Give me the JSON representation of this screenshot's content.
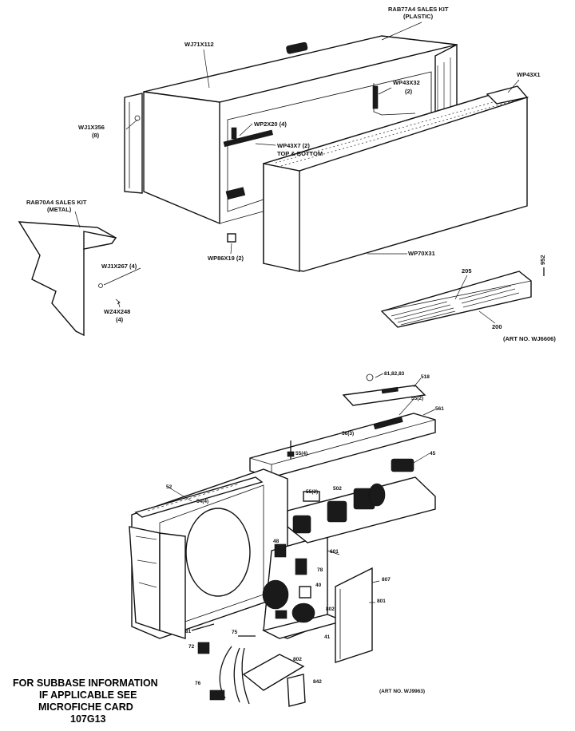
{
  "upper_labels": {
    "sales_kit_plastic_line1": "RAB77A4 SALES KIT",
    "sales_kit_plastic_line2": "(PLASTIC)",
    "wrapper": "WJ71X112",
    "part_wp43x1": "WP43X1",
    "part_wp43x32": "WP43X32",
    "part_wp43x32_qty": "(2)",
    "part_wj1x356": "WJ1X356",
    "part_wj1x356_qty": "(8)",
    "part_wp2x20": "WP2X20 (4)",
    "part_wp43x7": "WP43X7 (2)",
    "part_wp43x7_sub": "TOP & BOTTOM",
    "sales_kit_metal_line1": "RAB70A4 SALES KIT",
    "sales_kit_metal_line2": "(METAL)",
    "part_wj1x267": "WJ1X267 (4)",
    "part_wz4x248": "WZ4X248",
    "part_wz4x248_qty": "(4)",
    "part_wp86x19": "WP86X19 (2)",
    "part_wp70x31": "WP70X31",
    "ref_952": "952",
    "ref_205": "205",
    "ref_200": "200",
    "art_no_upper": "(ART NO. WJ6606)"
  },
  "lower_labels": {
    "ref_a": "81,82,83",
    "ref_b": "518",
    "ref_c": "55(2)",
    "ref_d": "561",
    "ref_e": "55(4)",
    "ref_f": "56(3)",
    "ref_g": "45",
    "ref_h": "52",
    "ref_i": "54(4)",
    "ref_j": "55(2)",
    "ref_k": "502",
    "ref_l": "48",
    "ref_m": "601",
    "ref_n": "78",
    "ref_o": "40",
    "ref_p": "802",
    "ref_q": "807",
    "ref_r": "801",
    "ref_s": "41",
    "ref_t": "81",
    "ref_u": "75",
    "ref_v": "72",
    "ref_w": "802",
    "ref_x": "842",
    "ref_y": "76",
    "art_no_lower": "(ART NO. WJ9963)"
  },
  "footnote": {
    "line1": "FOR SUBBASE INFORMATION",
    "line2": "IF APPLICABLE SEE",
    "line3": "MICROFICHE CARD",
    "line4": "107G13"
  }
}
